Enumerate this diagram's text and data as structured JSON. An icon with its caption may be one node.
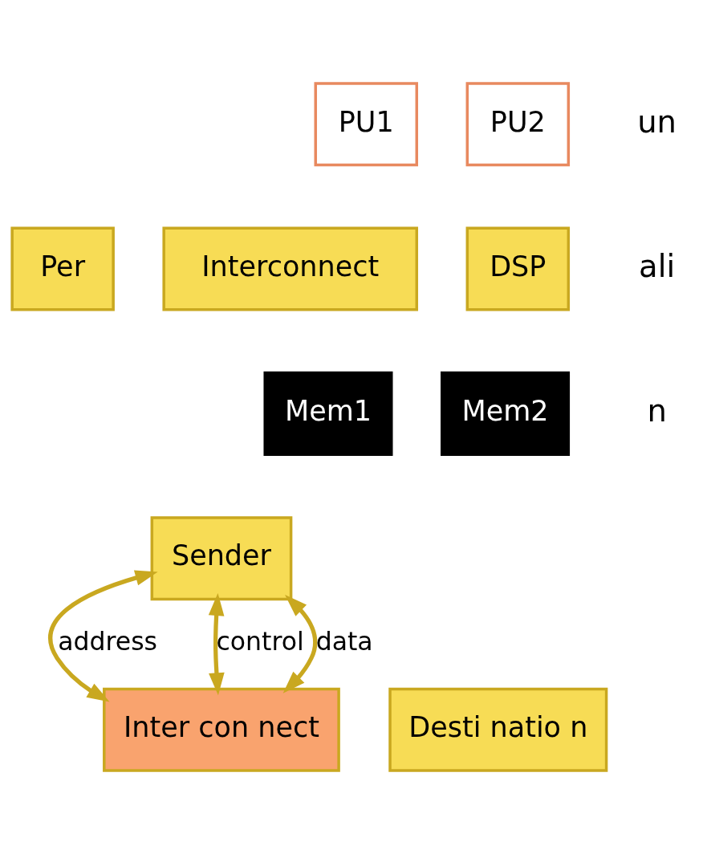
{
  "diagram": {
    "nodes": [
      {
        "text": [
          "PU1"
        ]
      },
      {
        "text": [
          "PU2"
        ]
      },
      {
        "text": [
          "Per"
        ]
      },
      {
        "text": [
          "Interconnect"
        ]
      },
      {
        "text": [
          "DSP"
        ]
      },
      {
        "text": [
          "Mem1"
        ]
      },
      {
        "text": [
          "Mem2"
        ]
      },
      {
        "text": [
          "Sender"
        ]
      },
      {
        "text": [
          "Inter con nect"
        ]
      },
      {
        "text": [
          "Desti natio n"
        ]
      }
    ],
    "edges": [
      {
        "from": 7,
        "to": 8,
        "arrow": "both",
        "label": "address"
      },
      {
        "from": 7,
        "to": 8,
        "arrow": "both",
        "label": "control"
      },
      {
        "from": 7,
        "to": 8,
        "arrow": "both",
        "label": "data"
      }
    ],
    "labels": [
      "un",
      "ali",
      "n"
    ]
  }
}
